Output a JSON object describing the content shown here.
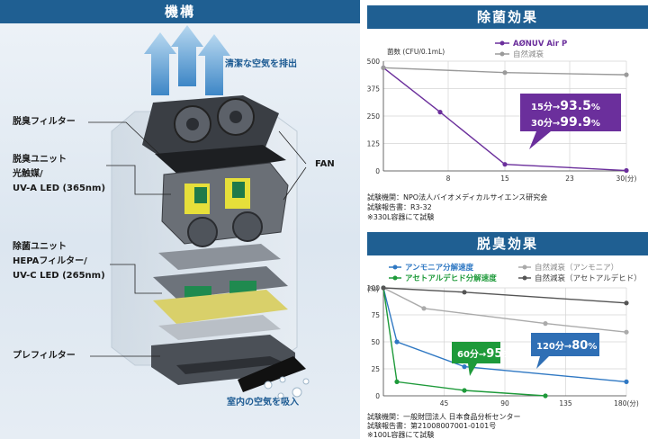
{
  "left": {
    "title": "機構",
    "exhaust": "清潔な空気を排出",
    "intake": "室内の空気を吸入",
    "labels": {
      "deodor_filter": "脱臭フィルター",
      "deodor_unit": "脱臭ユニット",
      "photocatalyst": "光触媒/",
      "uva": "UV-A LED (365nm)",
      "fan": "FAN",
      "steril_unit": "除菌ユニット",
      "hepa": "HEPAフィルター/",
      "uvc": "UV-C LED (265nm)",
      "prefilter": "プレフィルター"
    }
  },
  "chart1": {
    "title": "除菌効果",
    "ylabel": "菌数 (CFU/0.1mL)",
    "xunit": "30(分)",
    "legend": [
      "AØNUV Air P",
      "自然減衰"
    ],
    "callout": {
      "line1_prefix": "15分→",
      "line1_value": "93.5",
      "line2_prefix": "30分→",
      "line2_value": "99.9",
      "unit": "%"
    },
    "notes": [
      "試験機関：NPO法人バイオメディカルサイエンス研究会",
      "試験報告書：R3-32",
      "※330L容器にて試験"
    ],
    "colors": {
      "device": "#6b2f9c",
      "natural": "#9a9a9a"
    }
  },
  "chart2": {
    "title": "脱臭効果",
    "ylabel": "(%)",
    "xunit": "180(分)",
    "legend": [
      "アンモニア分解速度",
      "アセトアルデヒド分解速度",
      "自然減衰（アンモニア）",
      "自然減衰（アセトアルデヒド）"
    ],
    "callout_green": {
      "prefix": "60分→",
      "value": "95",
      "unit": "%"
    },
    "callout_blue": {
      "prefix": "120分→",
      "value": "80",
      "unit": "%"
    },
    "notes": [
      "試験機関：一般財団法人 日本食品分析センター",
      "試験報告書：第21008007001-0101号",
      "※100L容器にて試験"
    ],
    "colors": {
      "ammonia": "#2f78c3",
      "acetaldehyde": "#1e9a3a",
      "natural_ammonia": "#aaaaaa",
      "natural_acetaldehyde": "#555555"
    }
  },
  "chart_data": [
    {
      "type": "line",
      "title": "除菌効果",
      "ylabel": "菌数 (CFU/0.1mL)",
      "xlabel": "(分)",
      "xlim": [
        0,
        30
      ],
      "ylim": [
        0,
        500
      ],
      "xticks": [
        8,
        15,
        23,
        30
      ],
      "yticks": [
        0,
        125,
        250,
        375,
        500
      ],
      "grid": true,
      "series": [
        {
          "name": "AØNUV Air P",
          "x": [
            0,
            7,
            15,
            30
          ],
          "y": [
            470,
            268,
            30,
            2
          ]
        },
        {
          "name": "自然減衰",
          "x": [
            0,
            15,
            30
          ],
          "y": [
            470,
            448,
            438
          ]
        }
      ]
    },
    {
      "type": "line",
      "title": "脱臭効果",
      "ylabel": "(%)",
      "xlabel": "(分)",
      "xlim": [
        0,
        180
      ],
      "ylim": [
        0,
        100
      ],
      "xticks": [
        45,
        90,
        135,
        180
      ],
      "yticks": [
        0,
        25,
        50,
        75,
        100
      ],
      "grid": true,
      "series": [
        {
          "name": "アンモニア分解速度",
          "x": [
            0,
            10,
            60,
            180
          ],
          "y": [
            100,
            50,
            27,
            13
          ]
        },
        {
          "name": "アセトアルデヒド分解速度",
          "x": [
            0,
            10,
            60,
            120
          ],
          "y": [
            100,
            13,
            5,
            0
          ]
        },
        {
          "name": "自然減衰（アンモニア）",
          "x": [
            0,
            30,
            120,
            180
          ],
          "y": [
            100,
            81,
            67,
            59
          ]
        },
        {
          "name": "自然減衰（アセトアルデヒド）",
          "x": [
            0,
            60,
            180
          ],
          "y": [
            100,
            96,
            86
          ]
        }
      ]
    }
  ]
}
